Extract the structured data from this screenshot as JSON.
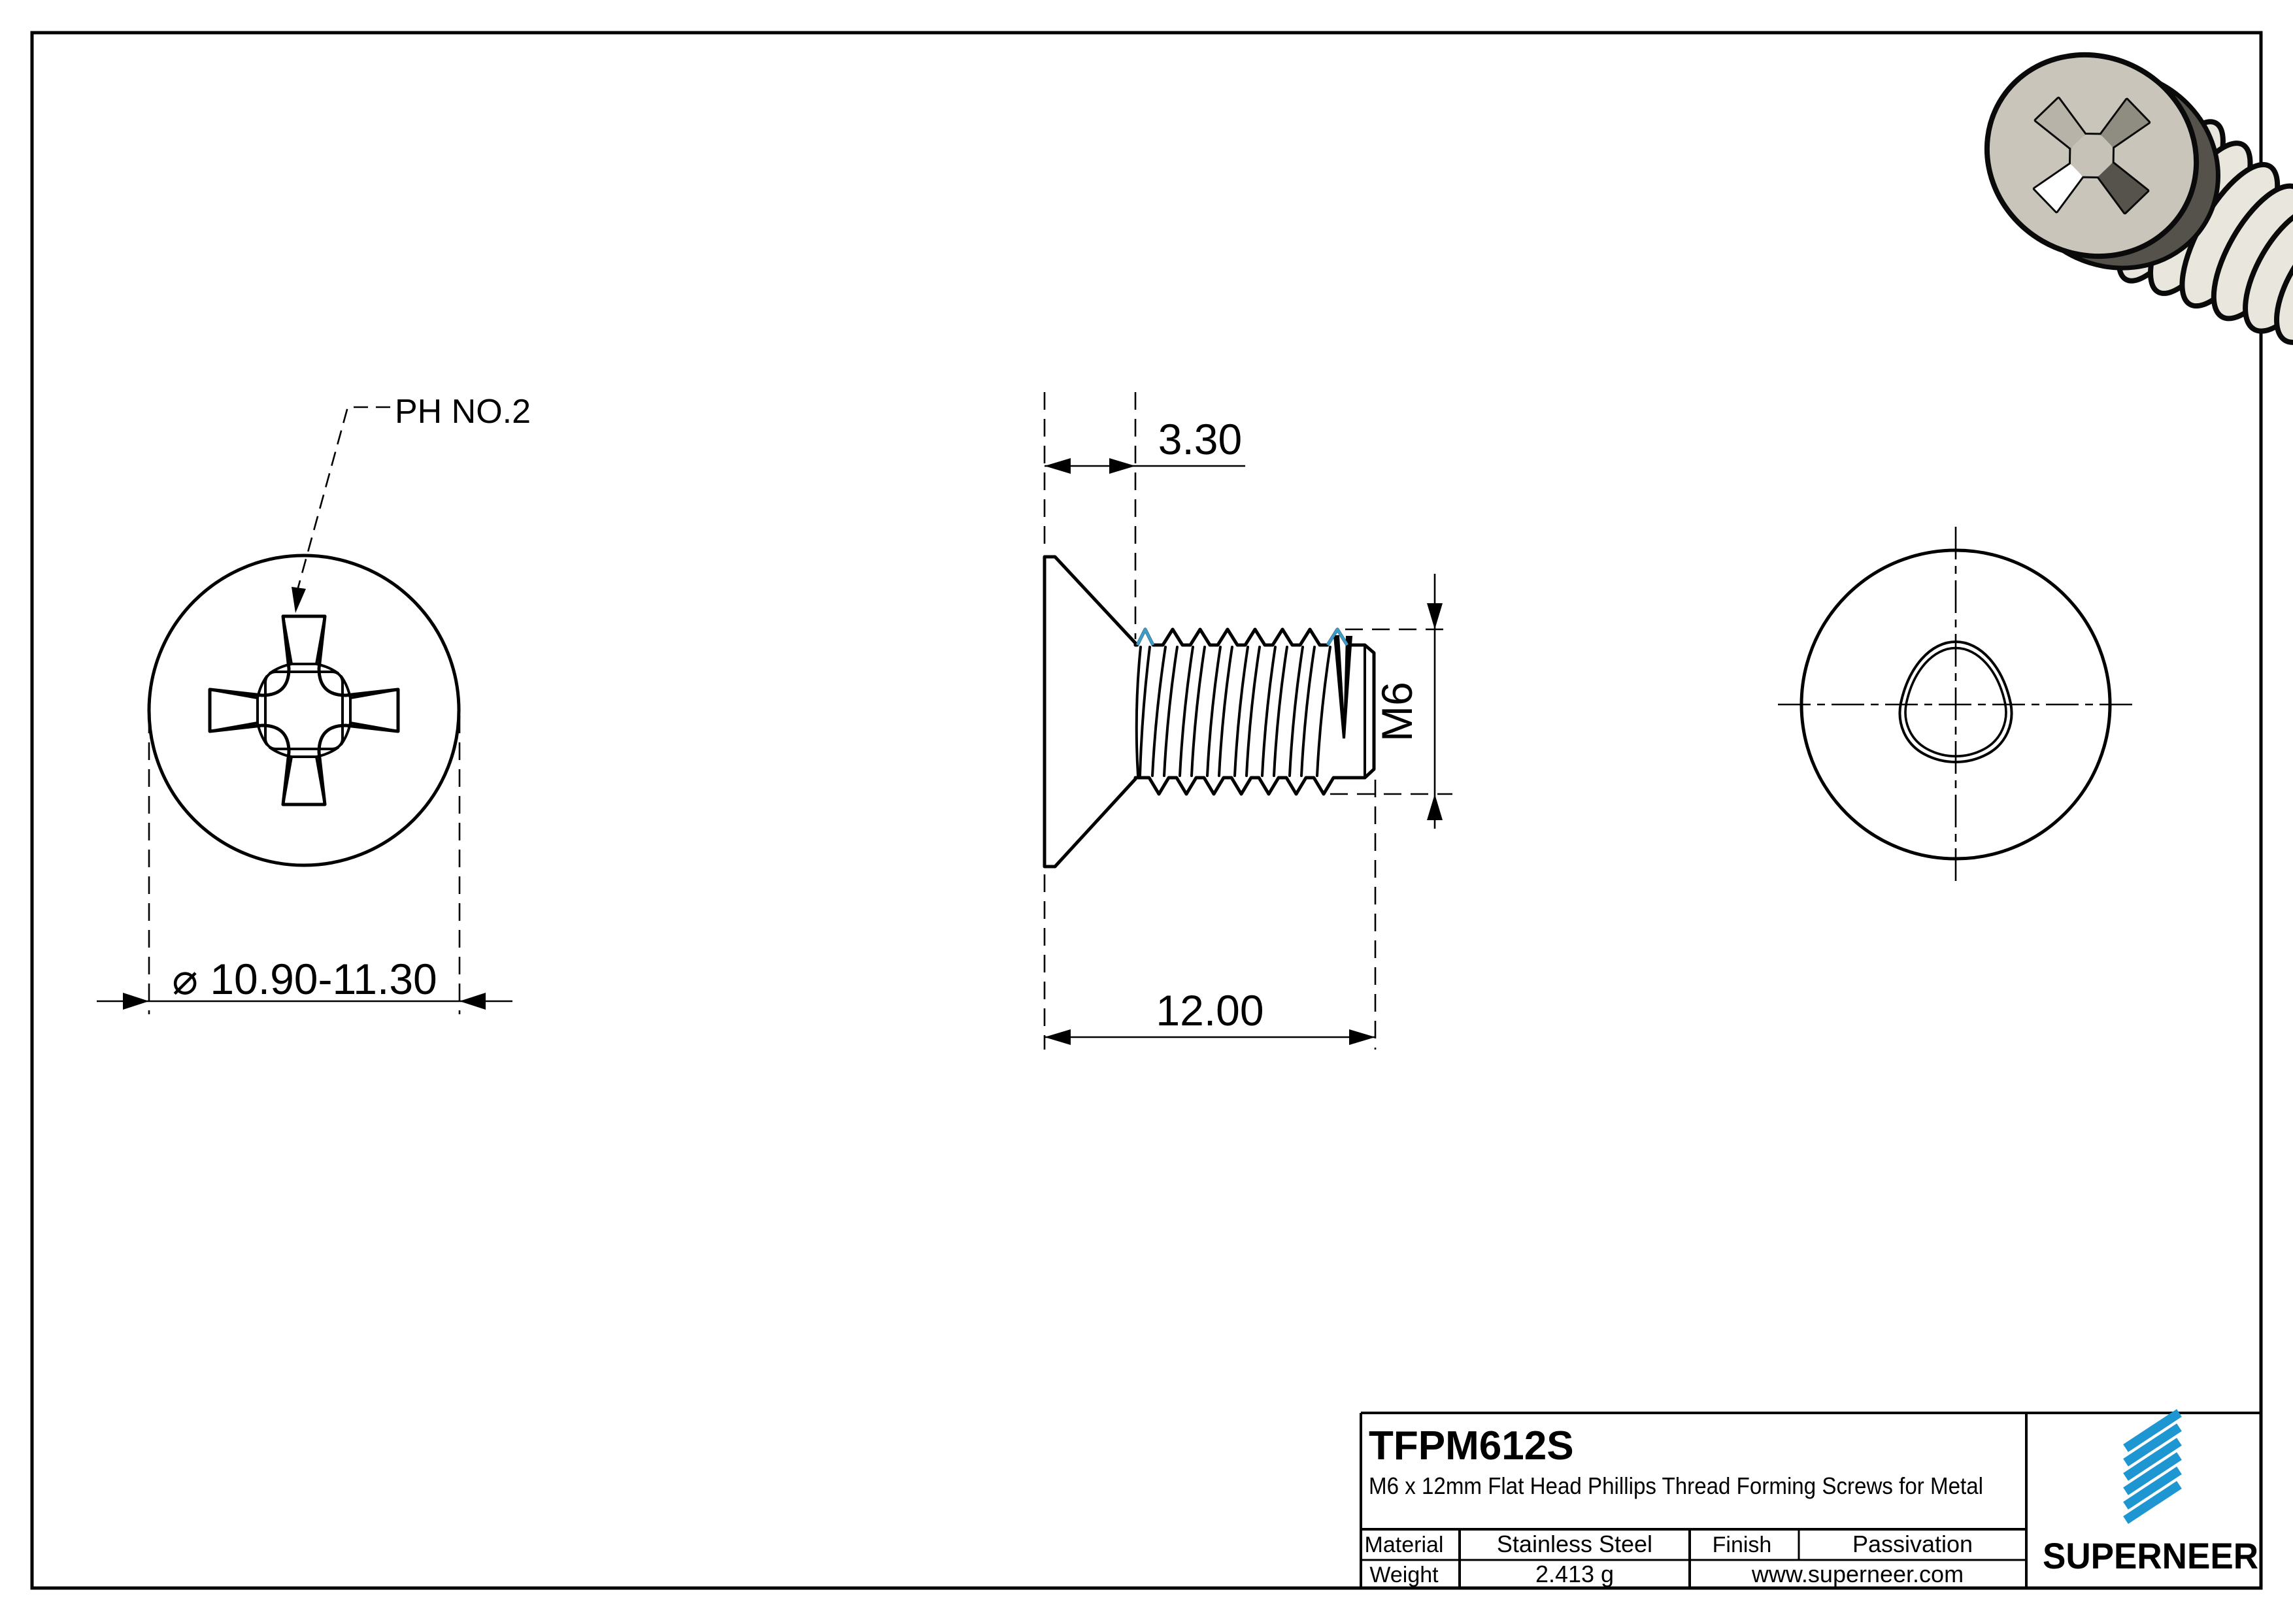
{
  "views": {
    "front": {
      "ph_label": "PH NO.2",
      "diameter_dim": "⌀ 10.90-11.30"
    },
    "side": {
      "head_height_dim": "3.30",
      "length_dim": "12.00",
      "thread_dim": "M6"
    }
  },
  "title_block": {
    "part_number": "TFPM612S",
    "description": "M6 x 12mm Flat Head Phillips Thread Forming Screws for Metal",
    "material_label": "Material",
    "material_value": "Stainless Steel",
    "finish_label": "Finish",
    "finish_value": "Passivation",
    "weight_label": "Weight",
    "weight_value": "2.413 g",
    "website": "www.superneer.com",
    "brand": "SUPERNEER"
  },
  "colors": {
    "accent_blue": "#1E96D2",
    "thread_highlight": "#3D9BC8",
    "metal_light": "#C9C5BB",
    "metal_cream": "#E9E6DD",
    "metal_dark": "#54524A",
    "line_black": "#000000"
  }
}
